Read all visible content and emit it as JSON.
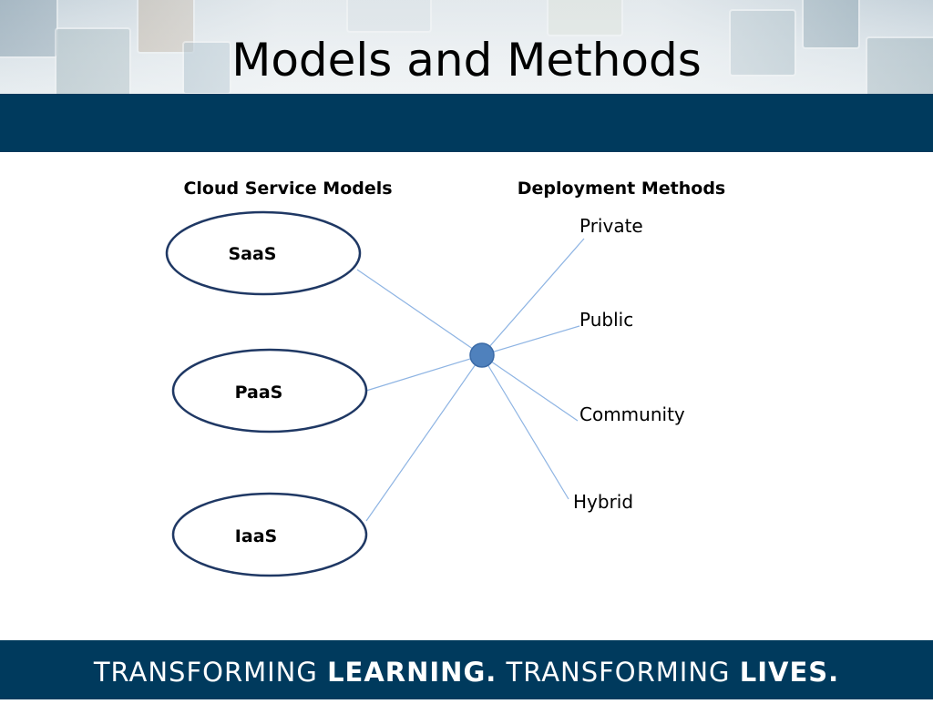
{
  "slide": {
    "title": "Models and Methods"
  },
  "headings": {
    "models": "Cloud Service Models",
    "methods": "Deployment Methods"
  },
  "models": [
    "SaaS",
    "PaaS",
    "IaaS"
  ],
  "methods": [
    "Private",
    "Public",
    "Community",
    "Hybrid"
  ],
  "footer": {
    "part1": "TRANSFORMING ",
    "part2": "LEARNING.",
    "part3": " TRANSFORMING ",
    "part4": "LIVES."
  },
  "colors": {
    "navy": "#003a5d",
    "connector": "#8eb4e3",
    "hub_fill": "#4f81bd",
    "ellipse_stroke": "#1f3864"
  }
}
